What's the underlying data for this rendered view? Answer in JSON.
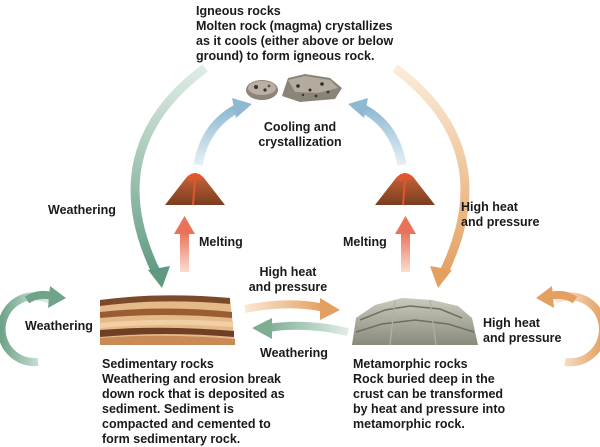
{
  "igneous": {
    "title": "Igneous rocks",
    "lines": [
      "Molten rock (magma) crystallizes",
      "as it cools (either above or below",
      "ground) to form igneous rock."
    ]
  },
  "sedimentary": {
    "title": "Sedimentary rocks",
    "lines": [
      "Weathering and erosion break",
      "down rock that is deposited as",
      "sediment. Sediment is",
      "compacted and cemented to",
      "form sedimentary rock."
    ]
  },
  "metamorphic": {
    "title": "Metamorphic rocks",
    "lines": [
      "Rock buried deep in the",
      "crust can be transformed",
      "by heat and pressure into",
      "metamorphic rock."
    ]
  },
  "labels": {
    "cooling": [
      "Cooling and",
      "crystallization"
    ],
    "weathering_left": "Weathering",
    "weathering_loop": "Weathering",
    "weathering_bottom": "Weathering",
    "melting_left": "Melting",
    "melting_right": "Melting",
    "heat_right": [
      "High heat",
      "and pressure"
    ],
    "heat_center": [
      "High heat",
      "and pressure"
    ],
    "heat_loop": [
      "High heat",
      "and pressure"
    ]
  },
  "colors": {
    "weathering_arrow": "#8fb8a0",
    "cooling_arrow": "#b9d4e4",
    "heat_arrow": "#e8b889",
    "melting_arrow": "#e8735a",
    "volcano": "#b56a3a",
    "sediment_dark": "#7a4a2a",
    "sediment_light": "#e6b98a",
    "metamorphic": "#9a9a8c"
  }
}
